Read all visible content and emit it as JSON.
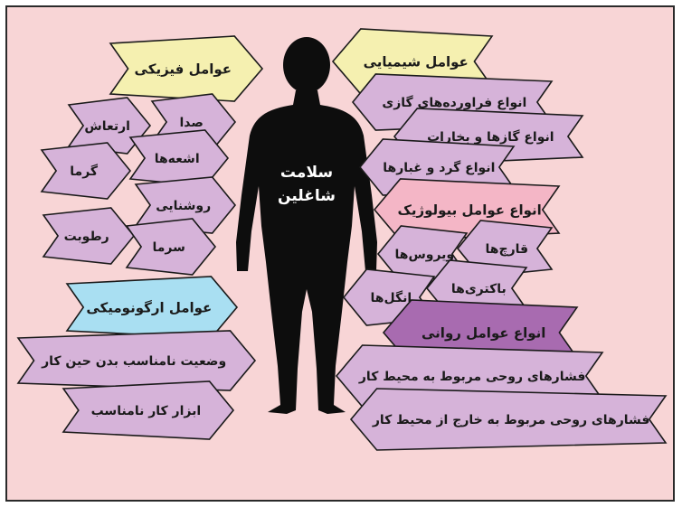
{
  "center": {
    "line1": "سلامت",
    "line2": "شاغلین"
  },
  "colors": {
    "background": "#f8d5d6",
    "yellow": "#f5f0b0",
    "lilac": "#d6b3d9",
    "pink": "#f4b6c6",
    "blue": "#a9dff2",
    "purple": "#a86bb0",
    "figure": "#0d0d0d"
  },
  "arrows": [
    {
      "id": "physical",
      "text": "عوامل فیزیکی",
      "color": "yellow"
    },
    {
      "id": "chemical",
      "text": "عوامل شیمیایی",
      "color": "yellow"
    },
    {
      "id": "vibration",
      "text": "ارتعاش",
      "color": "lilac"
    },
    {
      "id": "noise",
      "text": "صدا",
      "color": "lilac"
    },
    {
      "id": "heat",
      "text": "گرما",
      "color": "lilac"
    },
    {
      "id": "radiation",
      "text": "اشعه‌ها",
      "color": "lilac"
    },
    {
      "id": "lighting",
      "text": "روشنایی",
      "color": "lilac"
    },
    {
      "id": "humidity",
      "text": "رطوبت",
      "color": "lilac"
    },
    {
      "id": "cold",
      "text": "سرما",
      "color": "lilac"
    },
    {
      "id": "ergonomic",
      "text": "عوامل ارگونومیکی",
      "color": "blue"
    },
    {
      "id": "posture",
      "text": "وضعیت نامناسب بدن حین کار",
      "color": "lilac"
    },
    {
      "id": "tools",
      "text": "ابزار کار نامناسب",
      "color": "lilac"
    },
    {
      "id": "volatile",
      "text": "انواع فراورده‌های گازی",
      "color": "lilac"
    },
    {
      "id": "gases",
      "text": "انواع گازها و بخارات",
      "color": "lilac"
    },
    {
      "id": "dust",
      "text": "انواع گرد و غبارها",
      "color": "lilac"
    },
    {
      "id": "biological",
      "text": "انواع عوامل بیولوژیک",
      "color": "pink"
    },
    {
      "id": "fungi",
      "text": "قارچ‌ها",
      "color": "lilac"
    },
    {
      "id": "viruses",
      "text": "ویروس‌ها",
      "color": "lilac"
    },
    {
      "id": "bacteria",
      "text": "باکتری‌ها",
      "color": "lilac"
    },
    {
      "id": "parasites",
      "text": "انگل‌ها",
      "color": "lilac"
    },
    {
      "id": "psychological",
      "text": "انواع عوامل روانی",
      "color": "purple"
    },
    {
      "id": "stress_in",
      "text": "فشارهای روحی مربوط به محیط کار",
      "color": "lilac"
    },
    {
      "id": "stress_out",
      "text": "فشارهای روحی مربوط به خارج از محیط کار",
      "color": "lilac"
    }
  ]
}
